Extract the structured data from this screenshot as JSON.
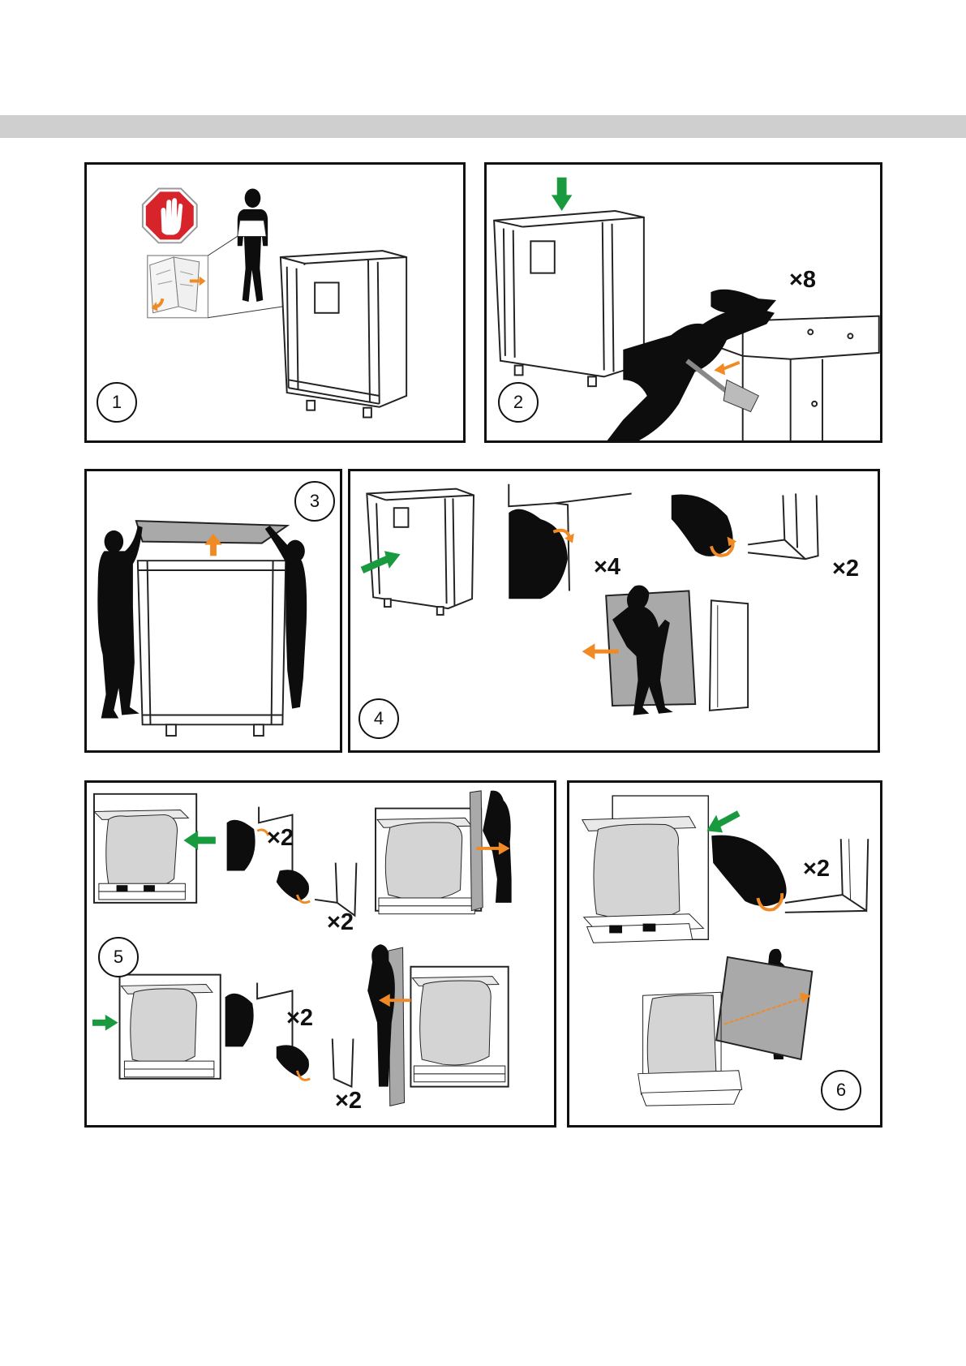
{
  "steps": [
    {
      "number": "1"
    },
    {
      "number": "2",
      "multiplier": "×8"
    },
    {
      "number": "3"
    },
    {
      "number": "4",
      "multipliers": [
        "×4",
        "×2"
      ]
    },
    {
      "number": "5",
      "multipliers": [
        "×2",
        "×2",
        "×2",
        "×2"
      ]
    },
    {
      "number": "6",
      "multiplier": "×2"
    }
  ],
  "colors": {
    "arrow_orange": "#f08a24",
    "arrow_green": "#1a9a3e",
    "stop_red": "#d7242a",
    "silhouette": "#0d0d0d",
    "panel_gray": "#a9a9a9",
    "bag_gray": "#d4d4d4",
    "header_band": "#cfcfcf"
  },
  "icons": [
    "stop-hand-icon",
    "manual-icon",
    "hammer-icon",
    "person-silhouette"
  ]
}
